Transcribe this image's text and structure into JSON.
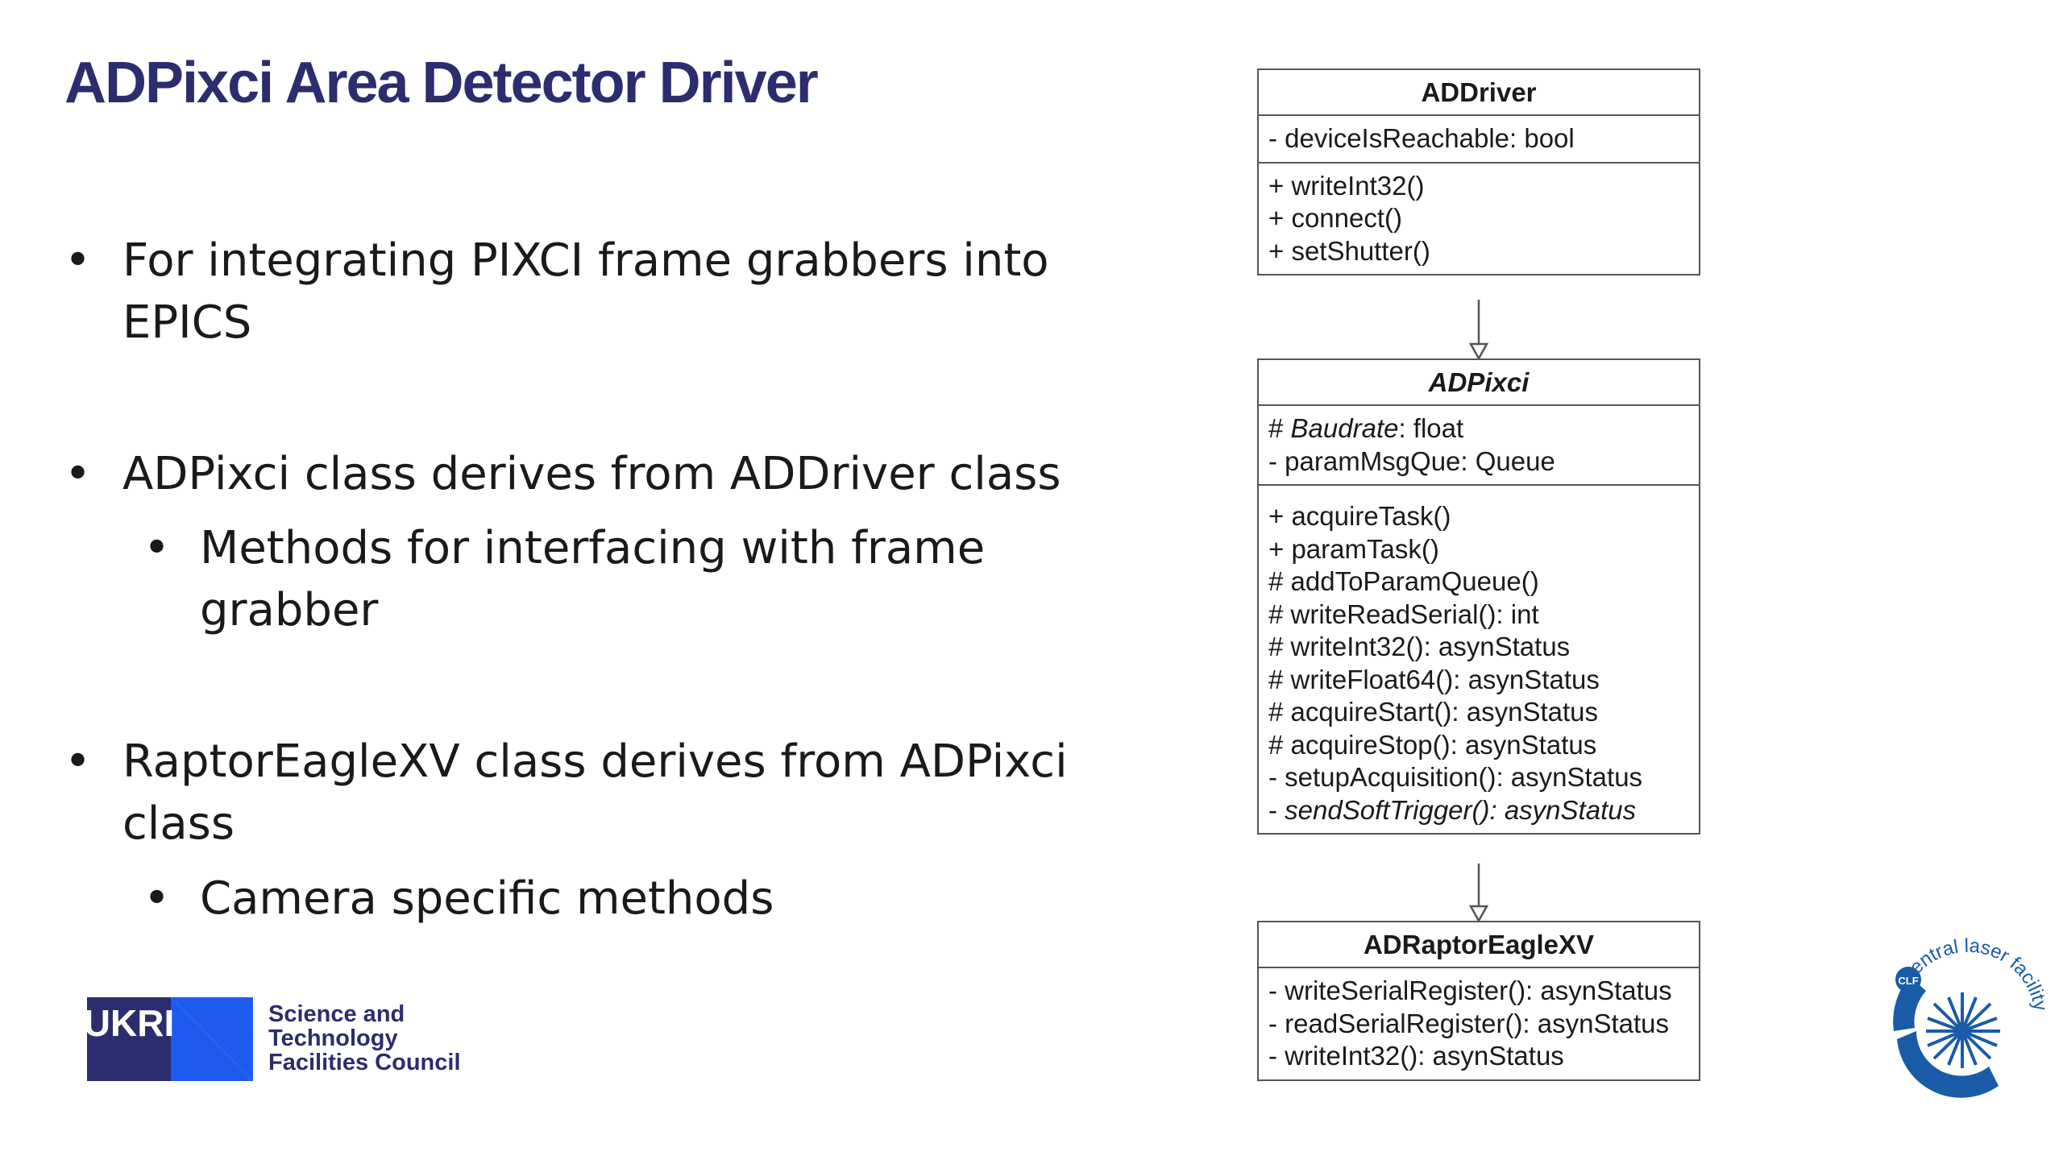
{
  "title": "ADPixci Area Detector Driver",
  "bullets": [
    {
      "level": 1,
      "text": "For integrating PIXCI frame grabbers into EPICS"
    },
    {
      "level": 1,
      "text": "ADPixci class derives from ADDriver class"
    },
    {
      "level": 2,
      "text": "Methods for interfacing with frame grabber"
    },
    {
      "level": 1,
      "text": "RaptorEagleXV class derives from ADPixci class"
    },
    {
      "level": 2,
      "text": "Camera specific methods"
    }
  ],
  "bullet_glyph": "•",
  "uml": {
    "addriver": {
      "name": "ADDriver",
      "attributes": [
        "- deviceIsReachable: bool"
      ],
      "methods": [
        "+ writeInt32()",
        "+ connect()",
        "+ setShutter()"
      ]
    },
    "adpixci": {
      "name": "ADPixci",
      "attr_baudrate_prefix": "# ",
      "attr_baudrate_name": "Baudrate",
      "attr_baudrate_type": ": float",
      "attributes": [
        "- paramMsgQue: Queue"
      ],
      "methods": [
        "+ acquireTask()",
        "+ paramTask()",
        "# addToParamQueue()",
        "# writeReadSerial(): int",
        "# writeInt32(): asynStatus",
        "# writeFloat64(): asynStatus",
        "# acquireStart(): asynStatus",
        "# acquireStop(): asynStatus",
        "- setupAcquisition(): asynStatus"
      ],
      "method_abstract_prefix": "- ",
      "method_abstract": "sendSoftTrigger(): asynStatus"
    },
    "adraptor": {
      "name": "ADRaptorEagleXV",
      "methods": [
        "- writeSerialRegister(): asynStatus",
        "- readSerialRegister(): asynStatus",
        "- writeInt32(): asynStatus"
      ]
    }
  },
  "logos": {
    "ukri_mark": "UKRI",
    "ukri_line1": "Science and",
    "ukri_line2": "Technology",
    "ukri_line3": "Facilities Council",
    "clf_arc_text": "central laser facility",
    "clf_badge": "CLF"
  },
  "colors": {
    "title": "#2b2d6e",
    "ukri_navy": "#2b2d6e",
    "ukri_blue": "#1e5cf0",
    "clf_blue": "#1a5ba8",
    "uml_border": "#555555"
  }
}
